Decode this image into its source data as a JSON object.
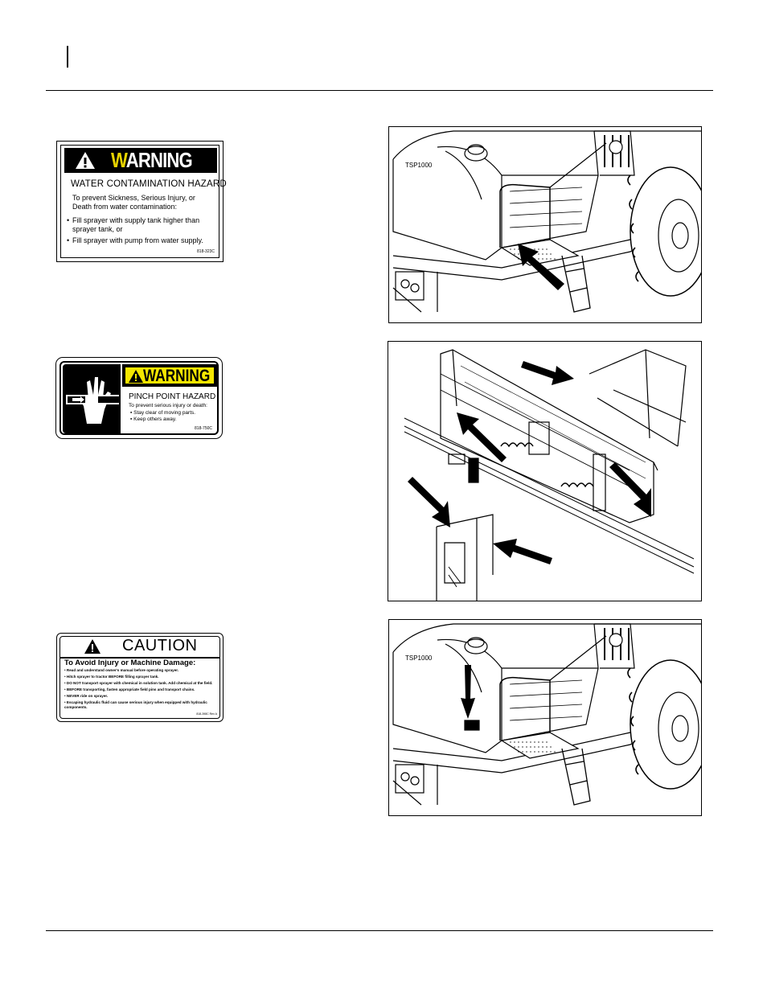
{
  "decal_warning_water": {
    "signal_first": "W",
    "signal_rest": "ARNING",
    "hazard": "WATER CONTAMINATION HAZARD",
    "intro": "To prevent Sickness, Serious Injury, or Death from water contamination:",
    "bullet1": "Fill sprayer with supply tank higher than sprayer tank, or",
    "bullet2": "Fill sprayer with pump from water supply.",
    "part_no": "818-323C"
  },
  "decal_warning_pinch": {
    "signal": "WARNING",
    "hazard": "PINCH POINT HAZARD",
    "intro": "To prevent serious injury or death:",
    "bullet1": "Stay clear of moving parts.",
    "bullet2": "Keep others away.",
    "part_no": "818-750C",
    "accent_color": "#f5e600"
  },
  "decal_caution": {
    "signal": "CAUTION",
    "heading": "To Avoid Injury or Machine Damage:",
    "items": [
      "Read and understand owner's manual before operating sprayer.",
      "Hitch sprayer to tractor BEFORE filling sprayer tank.",
      "DO NOT transport sprayer with chemical in solution tank. Add chemical at the field.",
      "BEFORE transporting, fasten appropriate field pins and transport chains.",
      "NEVER ride on sprayer.",
      "Escaping hydraulic fluid can cause serious injury when equipped with hydraulic components."
    ],
    "part_no": "818-398C Rev A"
  },
  "figure_labels": {
    "tank_logo": "TSP1000"
  },
  "icons": [
    "warning-triangle-icon",
    "pinch-hand-icon",
    "arrow-pointer-icon"
  ]
}
